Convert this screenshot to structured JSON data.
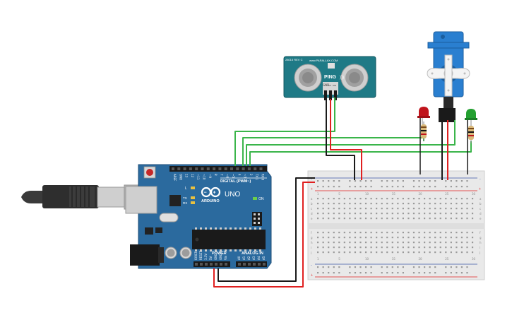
{
  "arduino": {
    "model": "UNO",
    "brand": "ARDUINO",
    "header_digital": "DIGITAL (PWM~)",
    "header_power": "POWER",
    "header_analog": "ANALOG IN",
    "label_on": "ON",
    "label_l": "L",
    "label_tx": "TX",
    "label_rx": "RX",
    "pins_top": [
      "AREF",
      "GND",
      "13",
      "12",
      "~11",
      "~10",
      "~9",
      "8",
      "7",
      "~6",
      "~5",
      "4",
      "~3",
      "2",
      "TX 1",
      "RX 0"
    ],
    "pins_power": [
      "IOREF",
      "RESET",
      "3.3V",
      "5V",
      "GND",
      "GND",
      "Vin"
    ],
    "pins_analog": [
      "A0",
      "A1",
      "A2",
      "A3",
      "A4",
      "A5"
    ]
  },
  "sensor": {
    "model": "PING",
    "brand": "www.PARALLAX.COM",
    "part": "28015 REV C",
    "pins": [
      "GND",
      "5V",
      "SIG"
    ]
  },
  "breadboard": {
    "rows_upper": [
      "a",
      "b",
      "c",
      "d",
      "e"
    ],
    "rows_lower": [
      "f",
      "g",
      "h",
      "i",
      "j"
    ],
    "rail_plus": "+",
    "rail_minus": "-",
    "col_numbers": [
      "1",
      "5",
      "10",
      "15",
      "20",
      "25",
      "30"
    ]
  },
  "colors": {
    "board": "#2b6a9e",
    "board_dark": "#1f4f78",
    "sensor_pcb": "#1f7a86",
    "servo_body": "#2a7fd0",
    "wire_green": "#3ab54a",
    "wire_red": "#e02020",
    "wire_black": "#1a1a1a",
    "led_red": "#c0141c",
    "led_green": "#23a030",
    "breadboard": "#e9e9e9"
  }
}
